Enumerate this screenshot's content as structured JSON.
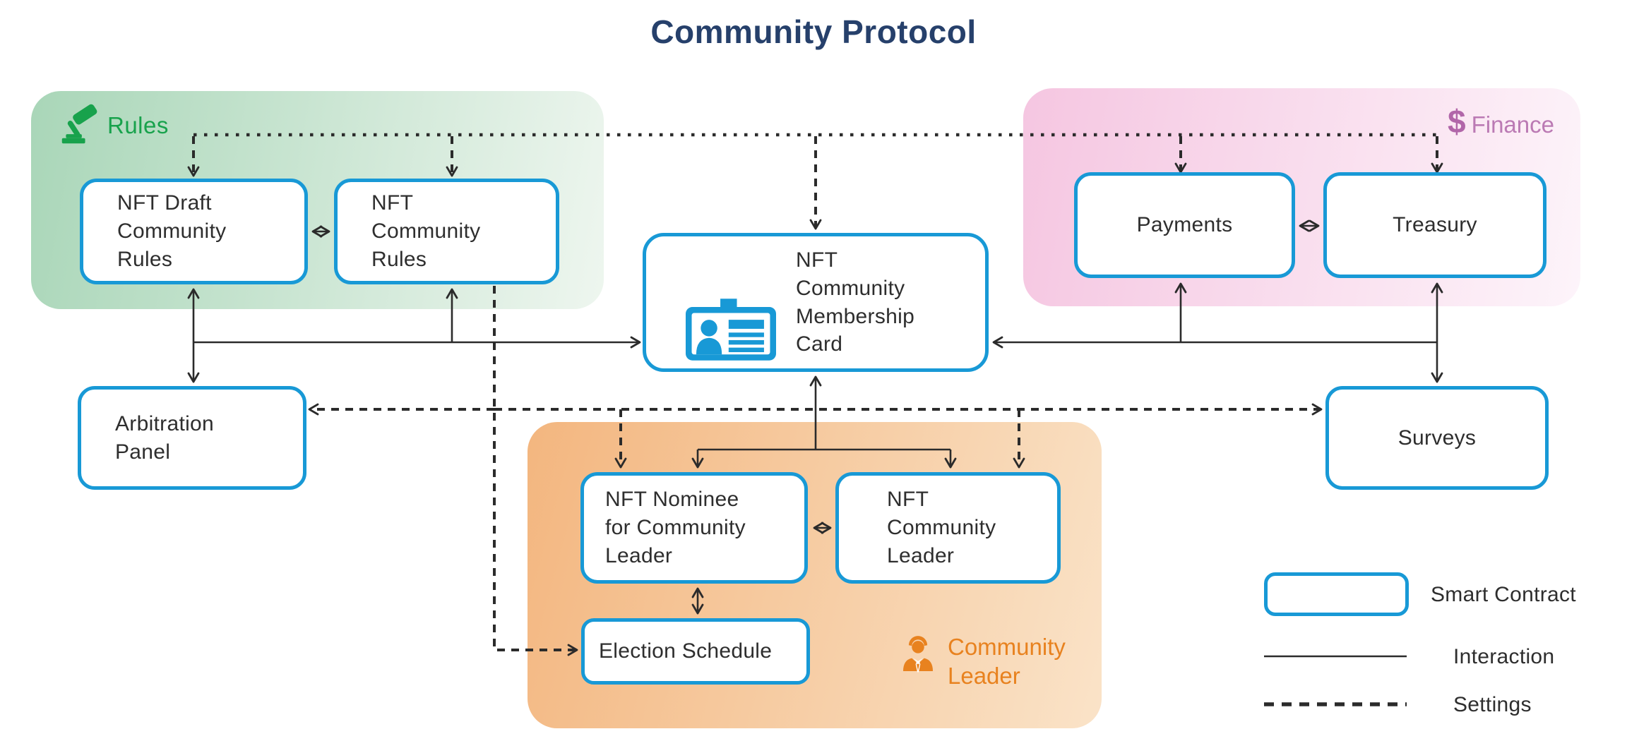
{
  "title": "Community Protocol",
  "groups": {
    "rules": {
      "label": "Rules",
      "accent_color": "#18a24c"
    },
    "finance": {
      "label": "Finance",
      "currency_symbol": "$",
      "accent_color": "#bb7ab4"
    },
    "community_leader": {
      "label": "Community\nLeader",
      "accent_color": "#e8821f"
    }
  },
  "nodes": {
    "draft_rules": {
      "label": "NFT Draft\nCommunity\nRules"
    },
    "community_rules": {
      "label": "NFT\nCommunity\nRules"
    },
    "membership_card": {
      "label": "NFT\nCommunity\nMembership\nCard"
    },
    "payments": {
      "label": "Payments"
    },
    "treasury": {
      "label": "Treasury"
    },
    "arbitration_panel": {
      "label": "Arbitration\nPanel"
    },
    "surveys": {
      "label": "Surveys"
    },
    "nominee": {
      "label": "NFT Nominee\nfor Community\nLeader"
    },
    "community_leader": {
      "label": "NFT\nCommunity\nLeader"
    },
    "election_schedule": {
      "label": "Election Schedule"
    }
  },
  "legend": {
    "smart_contract": "Smart Contract",
    "interaction": "Interaction",
    "settings": "Settings"
  },
  "colors": {
    "node_border": "#1899d6",
    "line": "#2b2b2b",
    "title": "#26406b"
  },
  "edges": {
    "interaction": [
      [
        "membership_card",
        "draft_rules"
      ],
      [
        "membership_card",
        "community_rules"
      ],
      [
        "membership_card",
        "arbitration_panel"
      ],
      [
        "membership_card",
        "payments"
      ],
      [
        "membership_card",
        "treasury"
      ],
      [
        "membership_card",
        "surveys"
      ],
      [
        "membership_card",
        "nominee"
      ],
      [
        "membership_card",
        "community_leader"
      ],
      [
        "draft_rules",
        "community_rules"
      ],
      [
        "payments",
        "treasury"
      ],
      [
        "nominee",
        "community_leader"
      ],
      [
        "nominee",
        "election_schedule"
      ]
    ],
    "settings": [
      [
        "settings_bus",
        "draft_rules"
      ],
      [
        "settings_bus",
        "community_rules"
      ],
      [
        "settings_bus",
        "membership_card"
      ],
      [
        "settings_bus",
        "payments"
      ],
      [
        "settings_bus",
        "treasury"
      ],
      [
        "community_rules",
        "arbitration_panel"
      ],
      [
        "community_rules",
        "surveys"
      ],
      [
        "community_rules",
        "nominee"
      ],
      [
        "community_rules",
        "community_leader"
      ],
      [
        "community_rules",
        "election_schedule"
      ]
    ]
  }
}
